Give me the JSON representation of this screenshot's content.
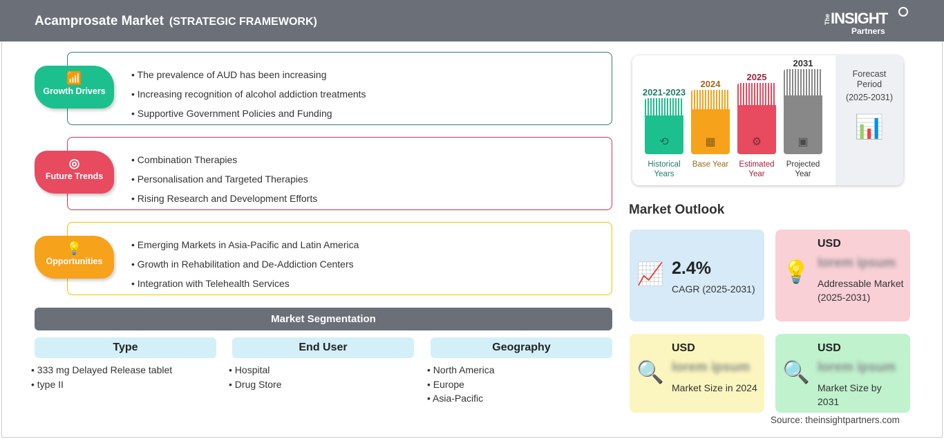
{
  "header": {
    "title": "Acamprosate Market",
    "subtitle": "(STRATEGIC FRAMEWORK)",
    "logo": {
      "the": "The",
      "insight": "INSIGHT",
      "partners": "Partners"
    }
  },
  "sections": [
    {
      "label": "Growth Drivers",
      "icon": "growth-chart-icon",
      "color": "#1cc08e",
      "border": "#2e7d6b",
      "items": [
        "The prevalence of AUD has been increasing",
        "Increasing recognition of alcohol addiction treatments",
        "Supportive Government Policies and Funding"
      ]
    },
    {
      "label": "Future Trends",
      "icon": "target-icon",
      "color": "#e84a5f",
      "border": "#c3384e",
      "items": [
        "Combination Therapies",
        "Personalisation and Targeted Therapies",
        "Rising Research and Development Efforts"
      ]
    },
    {
      "label": "Opportunities",
      "icon": "lightbulb-hand-icon",
      "color": "#f7a21b",
      "border": "#e8c500",
      "items": [
        "Emerging Markets in Asia-Pacific and Latin America",
        "Growth in Rehabilitation and De-Addiction Centers",
        "Integration with Telehealth Services"
      ]
    }
  ],
  "segmentation": {
    "title": "Market Segmentation",
    "columns": [
      {
        "header": "Type",
        "items": [
          "333 mg Delayed Release tablet",
          "type II"
        ]
      },
      {
        "header": "End User",
        "items": [
          "Hospital",
          "Drug Store"
        ]
      },
      {
        "header": "Geography",
        "items": [
          "North America",
          "Europe",
          "Asia-Pacific"
        ]
      }
    ]
  },
  "timeline": {
    "bars": [
      {
        "year": "2021-2023",
        "label": "Historical Years",
        "color": "#1cc08e",
        "text": "#1f7a68",
        "icon": "history-icon"
      },
      {
        "year": "2024",
        "label": "Base Year",
        "color": "#f7a21b",
        "text": "#9a6a1c",
        "icon": "calendar-icon"
      },
      {
        "year": "2025",
        "label": "Estimated Year",
        "color": "#e84a5f",
        "text": "#a3213a",
        "icon": "settings-chart-icon"
      },
      {
        "year": "2031",
        "label": "Projected Year",
        "color": "#888888",
        "text": "#333333",
        "icon": "presentation-icon"
      }
    ],
    "forecast": {
      "line1": "Forecast",
      "line2": "Period",
      "range": "(2025-2031)"
    }
  },
  "outlook": {
    "title": "Market Outlook",
    "cagr": {
      "value": "2.4%",
      "label": "CAGR (2025-2031)"
    },
    "cards": [
      {
        "usd": "USD",
        "value": "lorem ipsum",
        "label": "Addressable Market (2025-2031)",
        "color": "#f8d0d6"
      },
      {
        "usd": "USD",
        "value": "lorem ipsum",
        "label": "Market Size in 2024",
        "color": "#fbf6bf"
      },
      {
        "usd": "USD",
        "value": "lorem ipsum",
        "label": "Market Size by 2031",
        "color": "#bff2cd"
      }
    ]
  },
  "source": "Source: theinsightpartners.com"
}
